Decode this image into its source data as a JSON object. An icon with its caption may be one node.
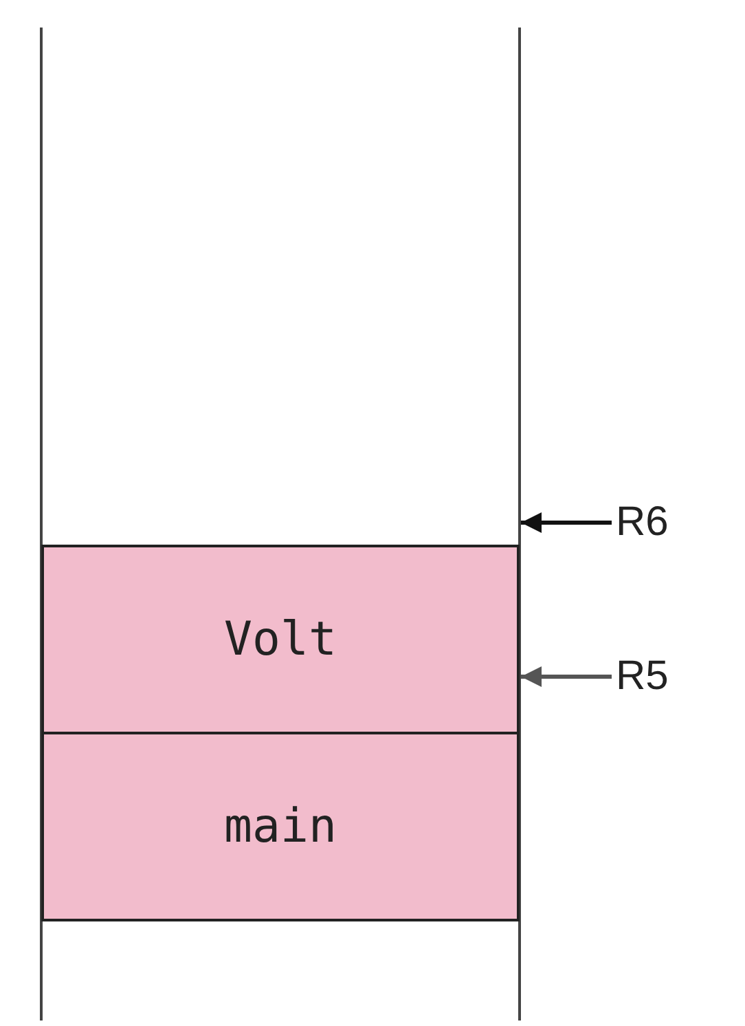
{
  "diagram": {
    "nodes": [
      {
        "text": [
          "Volt"
        ]
      },
      {
        "text": [
          "main"
        ]
      },
      {
        "text": [
          "R6"
        ]
      },
      {
        "text": [
          "R5"
        ]
      }
    ],
    "edges": [
      {
        "from": 2,
        "to": 0,
        "arrow": "to"
      },
      {
        "from": 3,
        "to": 0,
        "arrow": "to"
      }
    ]
  }
}
